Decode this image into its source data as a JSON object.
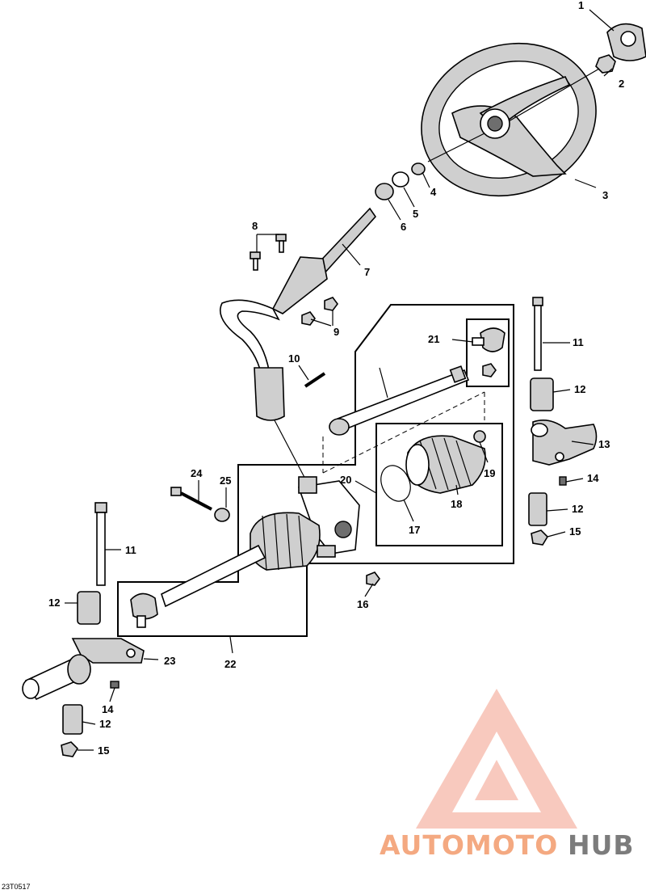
{
  "figure_id": "23T0517",
  "watermark": {
    "part1": "AUTOMOTO",
    "part2": "HUB",
    "color_primary": "#f4a981",
    "color_secondary": "#7c7c7c"
  },
  "callouts": [
    {
      "id": "c1",
      "text": "1"
    },
    {
      "id": "c2",
      "text": "2"
    },
    {
      "id": "c3",
      "text": "3"
    },
    {
      "id": "c4",
      "text": "4"
    },
    {
      "id": "c5",
      "text": "5"
    },
    {
      "id": "c6",
      "text": "6"
    },
    {
      "id": "c7",
      "text": "7"
    },
    {
      "id": "c8",
      "text": "8"
    },
    {
      "id": "c9",
      "text": "9"
    },
    {
      "id": "c10",
      "text": "10"
    },
    {
      "id": "c11a",
      "text": "11"
    },
    {
      "id": "c11b",
      "text": "11"
    },
    {
      "id": "c12a",
      "text": "12"
    },
    {
      "id": "c12b",
      "text": "12"
    },
    {
      "id": "c12c",
      "text": "12"
    },
    {
      "id": "c12d",
      "text": "12"
    },
    {
      "id": "c13",
      "text": "13"
    },
    {
      "id": "c14a",
      "text": "14"
    },
    {
      "id": "c14b",
      "text": "14"
    },
    {
      "id": "c15a",
      "text": "15"
    },
    {
      "id": "c15b",
      "text": "15"
    },
    {
      "id": "c16",
      "text": "16"
    },
    {
      "id": "c17",
      "text": "17"
    },
    {
      "id": "c18",
      "text": "18"
    },
    {
      "id": "c19",
      "text": "19"
    },
    {
      "id": "c20",
      "text": "20"
    },
    {
      "id": "c21",
      "text": "21"
    },
    {
      "id": "c22",
      "text": "22"
    },
    {
      "id": "c23",
      "text": "23"
    },
    {
      "id": "c24",
      "text": "24"
    },
    {
      "id": "c25",
      "text": "25"
    }
  ]
}
